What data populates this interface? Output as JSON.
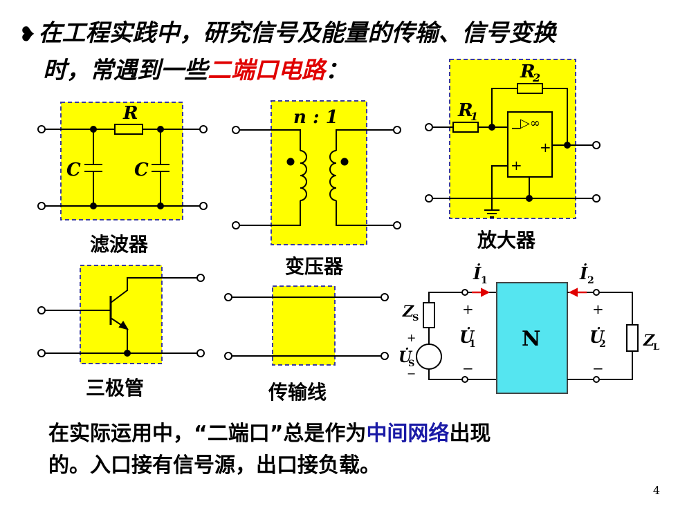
{
  "title": {
    "bullet": "❥",
    "line1": "在工程实践中，研究信号及能量的传输、信号变换",
    "line2_prefix": "时，常遇到一些",
    "line2_highlight": "二端口电路",
    "line2_suffix": "："
  },
  "circuits": {
    "filter": {
      "caption": "滤波器",
      "R": "R",
      "C1": "C",
      "C2": "C"
    },
    "transformer": {
      "caption": "变压器",
      "ratio": "n : 1"
    },
    "amplifier": {
      "caption": "放大器",
      "R1": "R",
      "R1_sub": "1",
      "R2": "R",
      "R2_sub": "2",
      "opamp": "▷∞",
      "minus": "−",
      "plus_out": "+",
      "plus_in": "+"
    },
    "transistor": {
      "caption": "三极管"
    },
    "line": {
      "caption": "传输线"
    },
    "network": {
      "N": "N",
      "I1": "İ",
      "I1_sub": "1",
      "I2": "İ",
      "I2_sub": "2",
      "U1": "U̇",
      "U1_sub": "1",
      "U2": "U̇",
      "U2_sub": "2",
      "Zs": "Z",
      "Zs_sub": "S",
      "Us": "U̇",
      "Us_sub": "S",
      "ZL": "Z",
      "ZL_sub": "L",
      "plus": "+",
      "minus": "−"
    }
  },
  "footer": {
    "line1_prefix": "在实际运用中，“二端口”总是作为",
    "line1_highlight": "中间网络",
    "line1_suffix": "出现",
    "line2": "的。入口接有信号源，出口接负载。"
  },
  "page_number": "4",
  "colors": {
    "yellow": "#ffff00",
    "cyan": "#55e5f0",
    "red": "#e00000",
    "blue": "#1a1aa6"
  }
}
